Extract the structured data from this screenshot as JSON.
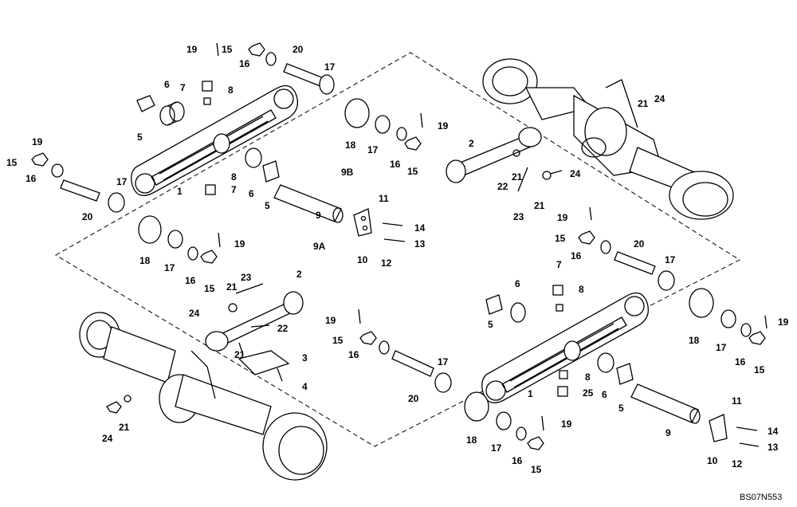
{
  "drawing_ref": "BS07N553",
  "colors": {
    "ink": "#000000",
    "paper": "#ffffff"
  },
  "callouts": {
    "c1": "1",
    "c2": "2",
    "c3": "3",
    "c4": "4",
    "c5": "5",
    "c6": "6",
    "c7": "7",
    "c8": "8",
    "c9": "9",
    "c9A": "9A",
    "c9B": "9B",
    "c10": "10",
    "c11": "11",
    "c12": "12",
    "c13": "13",
    "c14": "14",
    "c15": "15",
    "c16": "16",
    "c17": "17",
    "c18": "18",
    "c19": "19",
    "c20": "20",
    "c21": "21",
    "c22": "22",
    "c23": "23",
    "c24": "24",
    "c25": "25"
  }
}
